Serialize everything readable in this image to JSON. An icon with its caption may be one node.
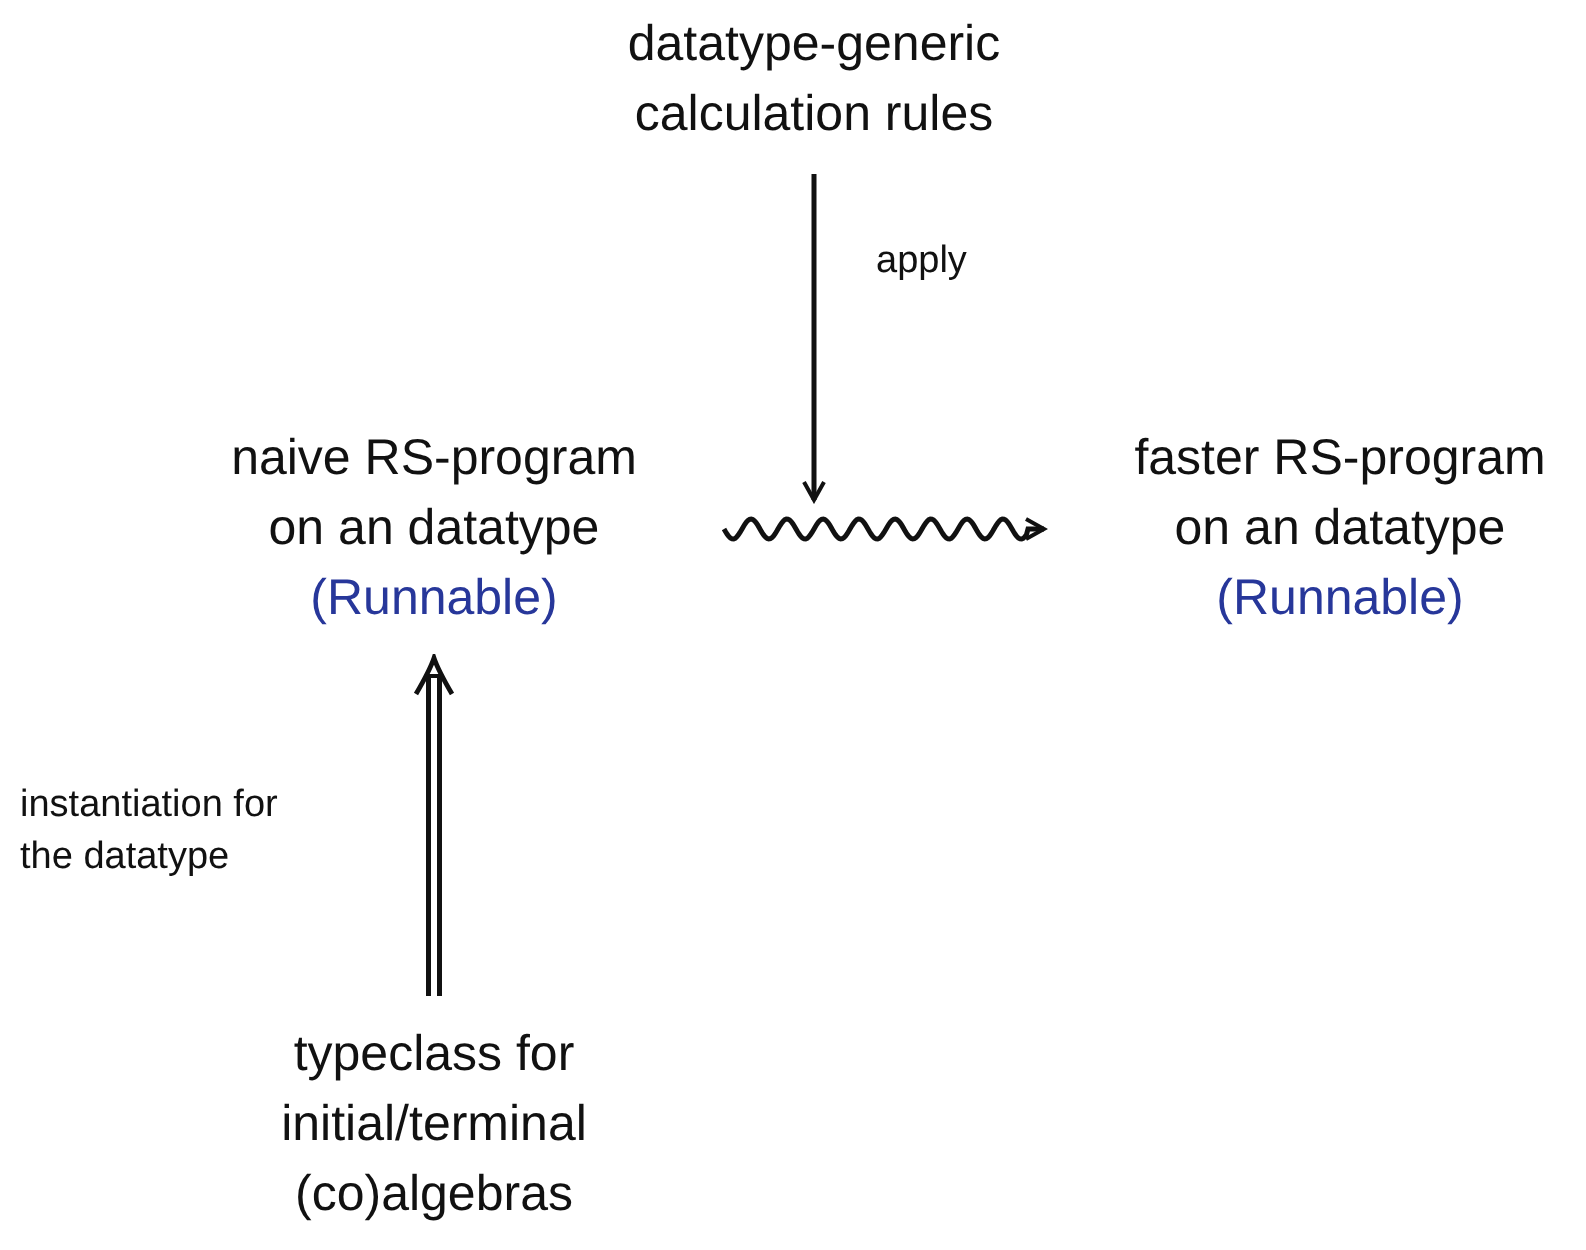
{
  "diagram": {
    "nodes": [
      {
        "text": [
          "datatype-generic calculation rules"
        ]
      },
      {
        "text": [
          "naive RS-program on an datatype",
          "(Runnable)"
        ]
      },
      {
        "text": [
          "faster RS-program on an datatype",
          "(Runnable)"
        ]
      },
      {
        "text": [
          "typeclass for initial/terminal (co)algebras"
        ]
      }
    ],
    "edges": [
      {
        "from": 0,
        "to": null,
        "arrow": "to",
        "label": "apply"
      },
      {
        "from": 1,
        "to": 2,
        "arrow": "to"
      },
      {
        "from": 3,
        "to": 1,
        "arrow": "to",
        "label": "instantiation for the datatype",
        "style": "thick"
      }
    ]
  }
}
